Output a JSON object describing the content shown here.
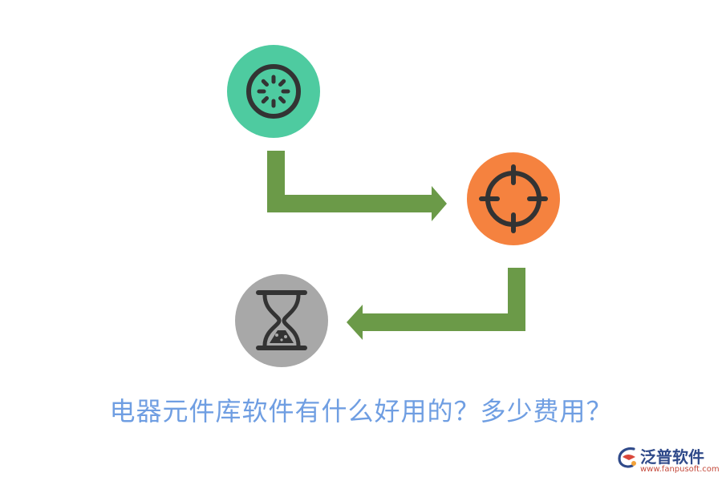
{
  "caption": "电器元件库软件有什么好用的？多少费用？",
  "logo": {
    "name": "泛普软件",
    "url": "www.fanpusoft.com"
  },
  "nodes": [
    {
      "icon": "loading-dial-icon",
      "color": "#4ecba0"
    },
    {
      "icon": "crosshair-target-icon",
      "color": "#f5823f"
    },
    {
      "icon": "hourglass-icon",
      "color": "#a8a8a8"
    }
  ],
  "colors": {
    "arrow": "#6b9a48",
    "icon_stroke": "#333333",
    "caption": "#6f9ee2"
  }
}
